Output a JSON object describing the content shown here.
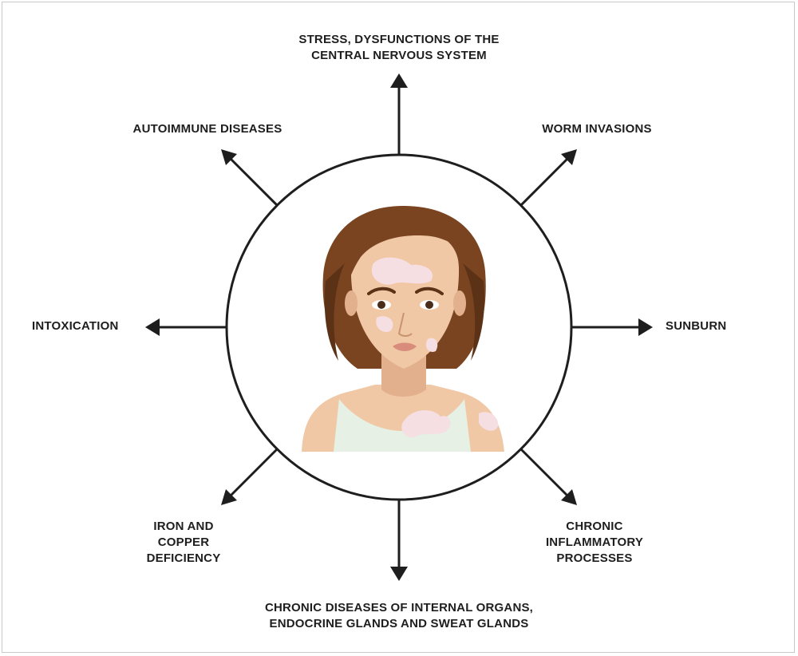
{
  "causes": {
    "top": "STRESS, DYSFUNCTIONS OF THE\nCENTRAL NERVOUS SYSTEM",
    "top_left": "AUTOIMMUNE DISEASES",
    "top_right": "WORM INVASIONS",
    "left": "INTOXICATION",
    "right": "SUNBURN",
    "bottom_left": "IRON AND\nCOPPER\nDEFICIENCY",
    "bottom_right": "CHRONIC\nINFLAMMATORY\nPROCESSES",
    "bottom": "CHRONIC DISEASES OF INTERNAL ORGANS,\nENDOCRINE GLANDS AND SWEAT GLANDS"
  },
  "colors": {
    "stroke": "#1e1e1e",
    "hair": "#7a4421",
    "hair_shade": "#5c3216",
    "skin": "#f0c8a6",
    "skin_shade": "#e2b08c",
    "patch": "#f6dfe3",
    "top": "#e6f0e4",
    "lips": "#d98c7c"
  }
}
